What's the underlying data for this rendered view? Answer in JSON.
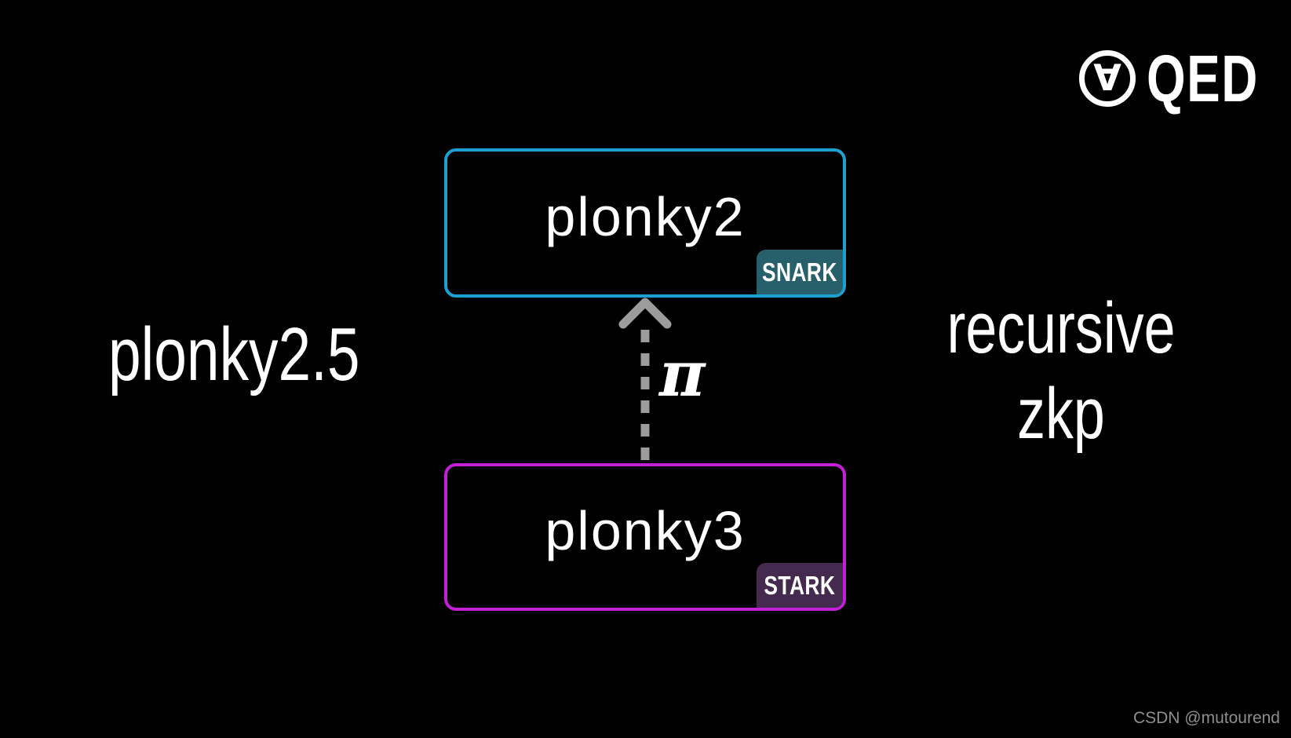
{
  "logo": {
    "brand": "QED",
    "symbol": "∀"
  },
  "diagram": {
    "top_box": {
      "label": "plonky2",
      "badge": "SNARK",
      "border_color": "#1CA0CF",
      "badge_color": "#27606B"
    },
    "bottom_box": {
      "label": "plonky3",
      "badge": "STARK",
      "border_color": "#C320D6",
      "badge_color": "#452A50"
    },
    "arrow": {
      "label": "π",
      "direction": "up",
      "style": "dashed",
      "color": "#9C9C9C"
    },
    "left_label": "plonky2.5",
    "right_label_line1": "recursive",
    "right_label_line2": "zkp"
  },
  "watermark": "CSDN @mutourend"
}
